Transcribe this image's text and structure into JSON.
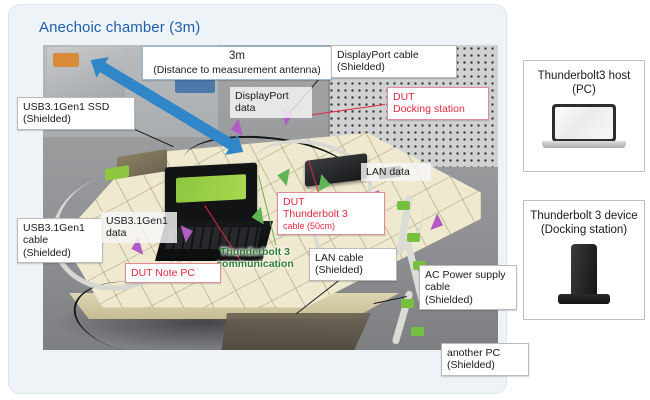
{
  "panel": {
    "title": "Anechoic chamber (3m)"
  },
  "callouts": {
    "distance": {
      "line1": "3m",
      "line2": "(Distance to measurement antenna)"
    },
    "dp_cable": {
      "line1": "DisplayPort cable",
      "line2": "(Shielded)"
    },
    "ssd": {
      "line1": "USB3.1Gen1 SSD",
      "line2": "(Shielded)"
    },
    "dp_data": {
      "line1": "DisplayPort",
      "line2": "data"
    },
    "dut_dock": {
      "line1": "DUT",
      "line2": "Docking station"
    },
    "lan_data": {
      "line1": "LAN data"
    },
    "usb_cable": {
      "line1": "USB3.1Gen1",
      "line2": "cable",
      "line3": "(Shielded)"
    },
    "usb_data": {
      "line1": "USB3.1Gen1",
      "line2": "data"
    },
    "dut_tb_cable": {
      "line1": "DUT",
      "line2": "Thunderbolt 3",
      "line3": "cable (50cm)"
    },
    "tb_comm": {
      "line1": "Thunderbolt 3",
      "line2": "communication"
    },
    "dut_note_pc": {
      "line1": "DUT Note PC"
    },
    "lan_cable": {
      "line1": "LAN cable",
      "line2": "(Shielded)"
    },
    "ac_power": {
      "line1": "AC Power supply",
      "line2": "cable",
      "line3": "(Shielded)"
    },
    "another_pc": {
      "line1": "another PC",
      "line2": "(Shielded)"
    }
  },
  "cards": [
    {
      "title": "Thunderbolt3 host",
      "subtitle": "(PC)",
      "icon": "laptop-icon"
    },
    {
      "title": "Thunderbolt 3 device",
      "subtitle": "(Docking station)",
      "icon": "docking-station-icon"
    }
  ],
  "colors": {
    "title_blue": "#1f5fa9",
    "arrow_blue": "#2f86c8",
    "arrow_purple": "#b05cc4",
    "arrow_green": "#5fb553",
    "dut_red": "#e2273f",
    "tb_green": "#2f7d32",
    "panel_bg": "#eef3f8"
  }
}
